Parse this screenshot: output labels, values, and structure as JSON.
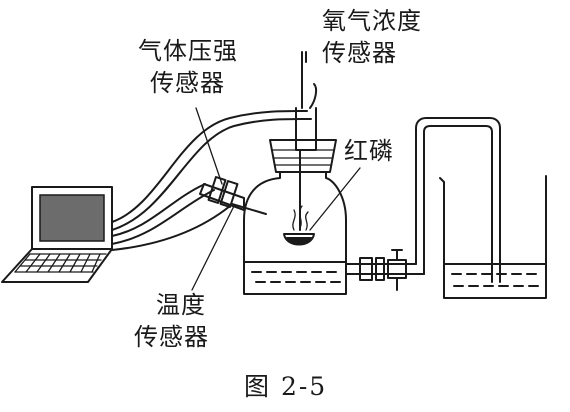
{
  "labels": {
    "oxygen_sensor_line1": "氧气浓度",
    "oxygen_sensor_line2": "传感器",
    "pressure_sensor_line1": "气体压强",
    "pressure_sensor_line2": "传感器",
    "red_phosphorus": "红磷",
    "temperature_sensor_line1": "温度",
    "temperature_sensor_line2": "传感器"
  },
  "caption": "图 2-5"
}
